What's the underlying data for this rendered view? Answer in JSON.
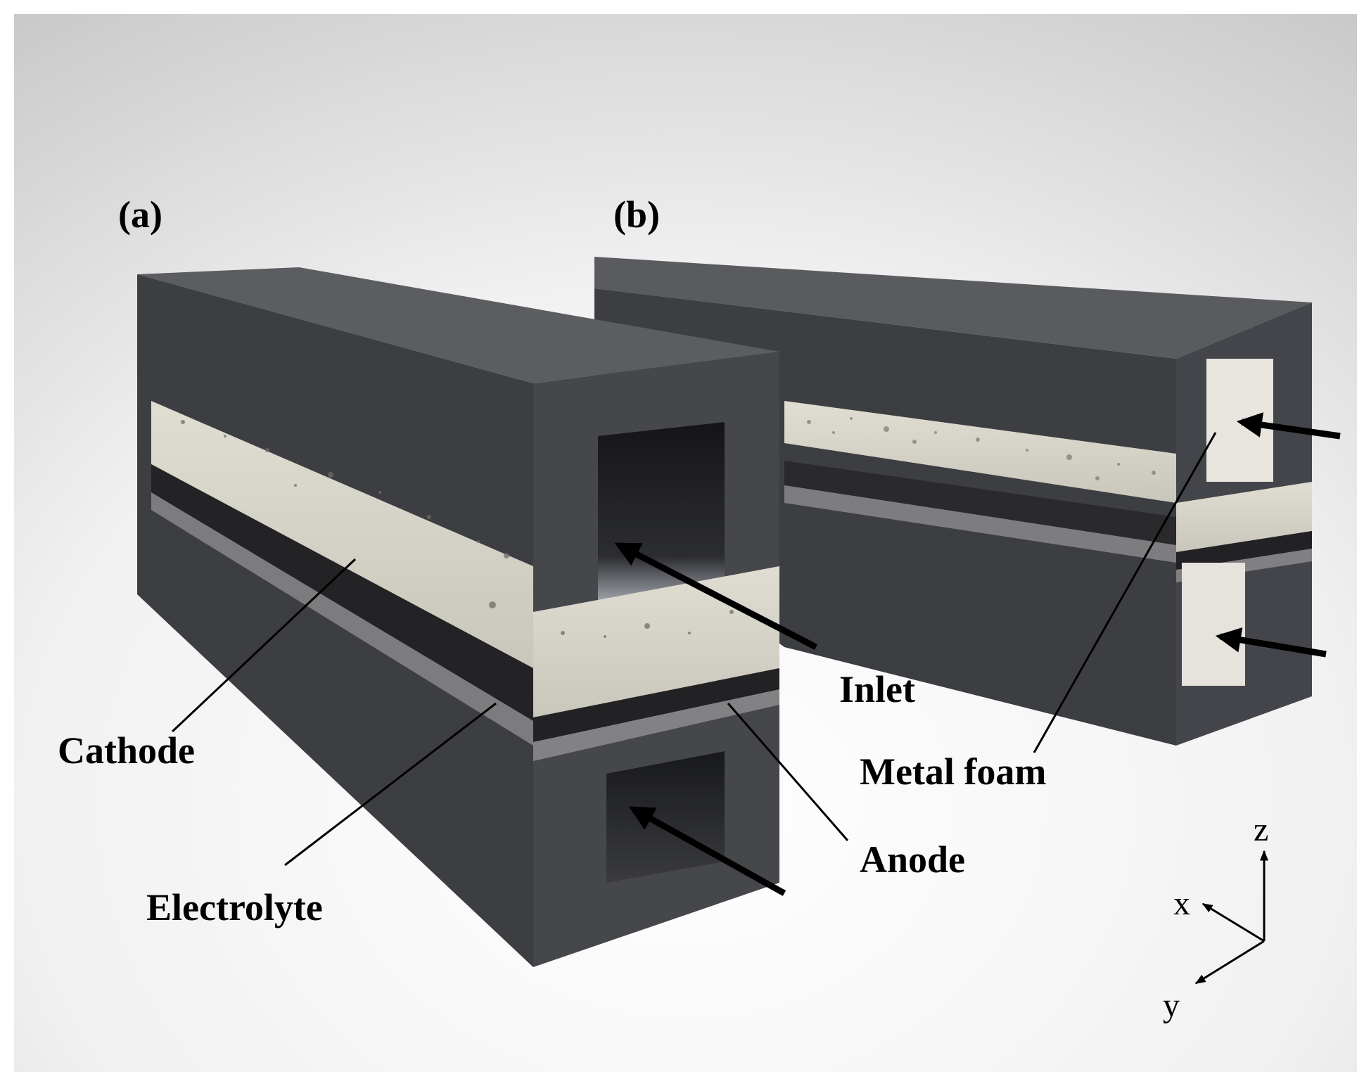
{
  "panels": {
    "a": "(a)",
    "b": "(b)"
  },
  "labels": {
    "cathode": "Cathode",
    "electrolyte": "Electrolyte",
    "anode": "Anode",
    "inlet": "Inlet",
    "metal_foam": "Metal foam"
  },
  "axes": {
    "x": "x",
    "y": "y",
    "z": "z"
  },
  "colors": {
    "housing_front": "#3f4043",
    "housing_side": "#4a4b4f",
    "housing_top": "#5c5d61",
    "channel_dark": "#1e1f22",
    "porous_layer": "#d9d6cc",
    "electrolyte_layer": "#232325",
    "anode_layer": "#8a8a8c",
    "metal_foam": "#e6e2dc"
  }
}
